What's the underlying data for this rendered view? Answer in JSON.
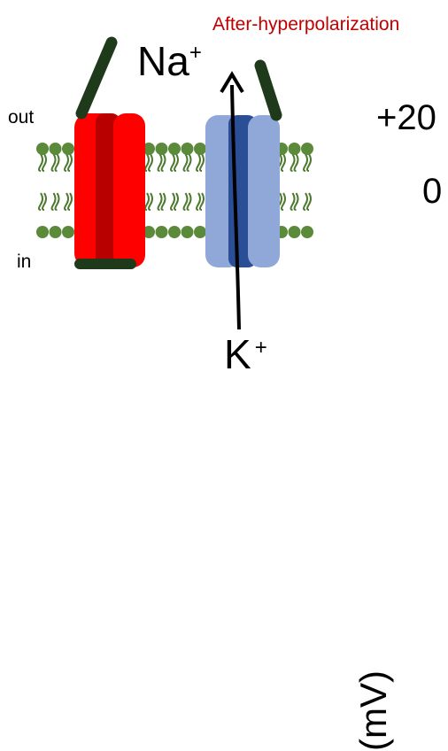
{
  "diagram": {
    "title": "After-hyperpolarization",
    "sodium_ion": "Na",
    "sodium_charge": "+",
    "potassium_ion": "K",
    "potassium_charge": "+",
    "outside_label": "out",
    "inside_label": "in",
    "axis_tick_high": "+20",
    "axis_tick_zero": "0",
    "axis_unit": "(mV)"
  },
  "colors": {
    "title": "#c00000",
    "lipid_head": "#5a8a3a",
    "lipid_tail": "#4d7a2e",
    "sodium_channel": "#ff0000",
    "sodium_channel_dark": "#b80000",
    "sodium_gate": "#1f3a1a",
    "potassium_channel": "#8fa8d8",
    "potassium_channel_dark": "#2a4f96",
    "potassium_gate": "#1f3a1a",
    "arrow": "#000000"
  }
}
